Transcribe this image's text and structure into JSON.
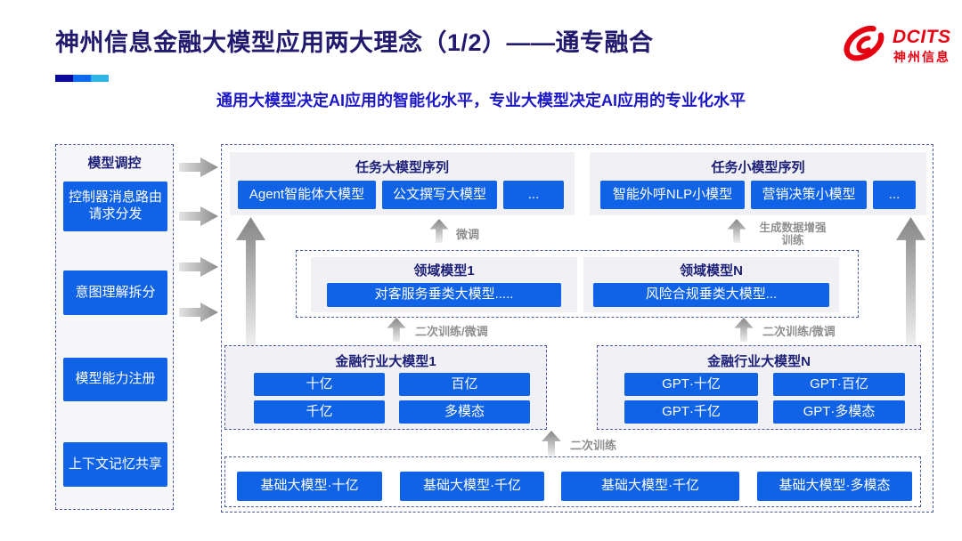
{
  "header": {
    "title": "神州信息金融大模型应用两大理念（1/2）——通专融合",
    "subtitle": "通用大模型决定AI应用的智能化水平，专业大模型决定AI应用的专业化水平",
    "logo": {
      "brand": "DCITS",
      "brand_cn": "神州信息"
    }
  },
  "colors": {
    "accent_blue": "#1062e6",
    "title_navy": "#221a6e",
    "header_navy": "#1b1f78",
    "subtitle_blue": "#1c17c6",
    "logo_red": "#e60012",
    "label_gray": "#8f8f8f",
    "panel_gray": "#f1f1f5",
    "dash_border": "#4a57a5",
    "bar_segments": [
      "#0a0a96",
      "#0d6cee",
      "#32b4e8"
    ]
  },
  "sidebar": {
    "title": "模型调控",
    "items": [
      "控制器消息路由请求分发",
      "意图理解拆分",
      "模型能力注册",
      "上下文记忆共享"
    ]
  },
  "diagram": {
    "task_large": {
      "title": "任务大模型序列",
      "models": [
        "Agent智能体大模型",
        "公文撰写大模型",
        "..."
      ]
    },
    "task_small": {
      "title": "任务小模型序列",
      "models": [
        "智能外呼NLP小模型",
        "营销决策小模型",
        "..."
      ]
    },
    "labels": {
      "fine_tune": "微调",
      "gen_data_line1": "生成数据增强",
      "gen_data_line2": "训练",
      "secondary_left": "二次训练/微调",
      "secondary_right": "二次训练/微调",
      "secondary_bottom": "二次训练"
    },
    "domain1": {
      "title": "领域模型1",
      "model": "对客服务垂类大模型....."
    },
    "domainN": {
      "title": "领域模型N",
      "model": "风险合规垂类大模型..."
    },
    "industry1": {
      "title": "金融行业大模型1",
      "models": [
        "十亿",
        "百亿",
        "千亿",
        "多模态"
      ]
    },
    "industryN": {
      "title": "金融行业大模型N",
      "models": [
        "GPT·十亿",
        "GPT·百亿",
        "GPT·千亿",
        "GPT·多模态"
      ]
    },
    "base": {
      "models": [
        "基础大模型·十亿",
        "基础大模型·千亿",
        "基础大模型·千亿",
        "基础大模型·多模态"
      ]
    }
  }
}
